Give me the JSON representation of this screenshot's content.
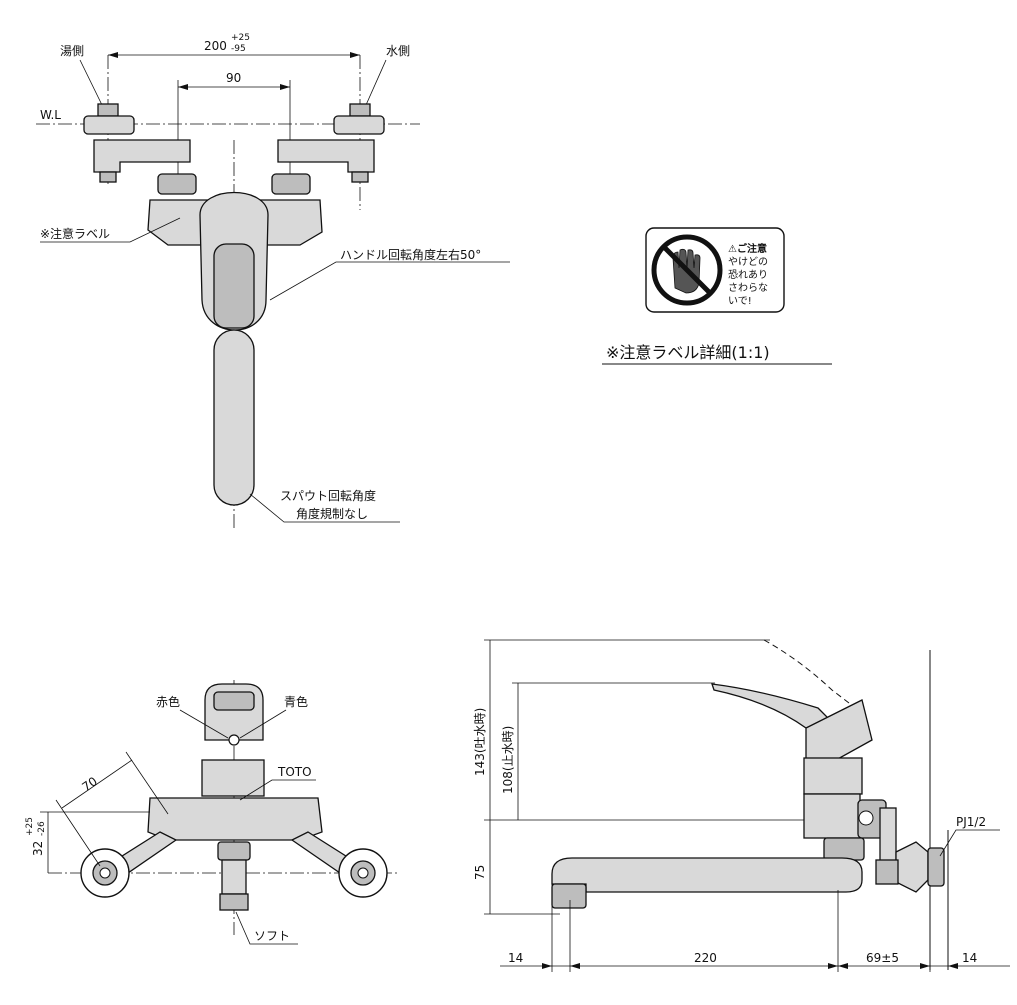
{
  "top_view": {
    "hot_side": "湯側",
    "cold_side": "水側",
    "water_level": "W.L",
    "dim_pitch": "200",
    "dim_pitch_tol_plus": "+25",
    "dim_pitch_tol_minus": "-95",
    "dim_90": "90",
    "caution_label": "※注意ラベル",
    "handle_rotation": "ハンドル回転角度左右50°",
    "spout_rotation_line1": "スパウト回転角度",
    "spout_rotation_line2": "角度規制なし"
  },
  "caution_detail": {
    "title": "※注意ラベル詳細(1:1)",
    "warning_heading": "⚠ご注意",
    "warning_lines": [
      "やけどの",
      "恐れあり",
      "さわらな",
      "いで!"
    ]
  },
  "front_view": {
    "red": "赤色",
    "blue": "青色",
    "brand": "TOTO",
    "dim_70": "70",
    "dim_32": "32",
    "dim_32_tol_plus": "+25",
    "dim_32_tol_minus": "-26",
    "soft": "ソフト"
  },
  "side_view": {
    "dim_143": "143(吐水時)",
    "dim_108": "108(止水時)",
    "dim_75": "75",
    "thread": "PJ1/2",
    "dim_14_left": "14",
    "dim_220": "220",
    "dim_69": "69±5",
    "dim_14_right": "14"
  }
}
